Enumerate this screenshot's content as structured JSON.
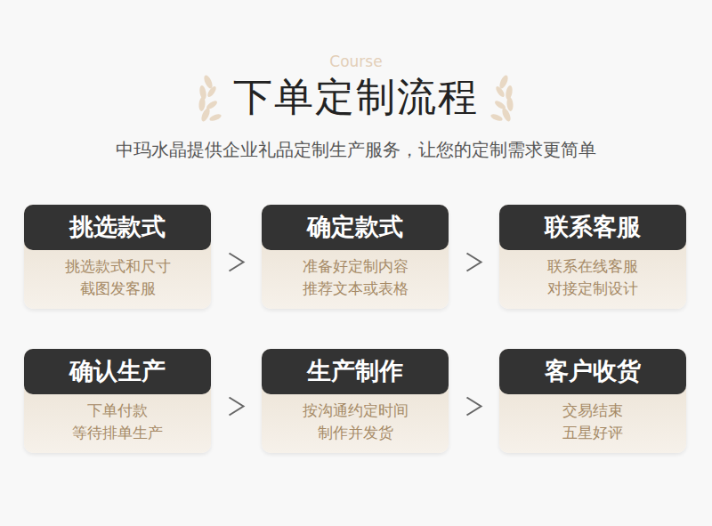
{
  "diagram": {
    "title": "下单定制流程",
    "nodes": [
      {
        "text": [
          "挑选款式",
          "挑选款式和尺寸 截图发客服"
        ]
      },
      {
        "text": [
          "确定款式",
          "准备好定制内容 推荐文本或表格"
        ]
      },
      {
        "text": [
          "联系客服",
          "联系在线客服 对接定制设计"
        ]
      },
      {
        "text": [
          "确认生产",
          "下单付款 等待排单生产"
        ]
      },
      {
        "text": [
          "生产制作",
          "按沟通约定时间 制作并发货"
        ]
      },
      {
        "text": [
          "客户收货",
          "交易结束 五星好评"
        ]
      }
    ],
    "edges": [
      {
        "from": 0,
        "to": 1,
        "arrow": "to"
      },
      {
        "from": 1,
        "to": 2,
        "arrow": "to"
      },
      {
        "from": 3,
        "to": 4,
        "arrow": "to"
      },
      {
        "from": 4,
        "to": 5,
        "arrow": "to"
      }
    ],
    "labels": [
      "Course",
      "中玛水晶提供企业礼品定制生产服务，让您的定制需求更简单"
    ]
  }
}
